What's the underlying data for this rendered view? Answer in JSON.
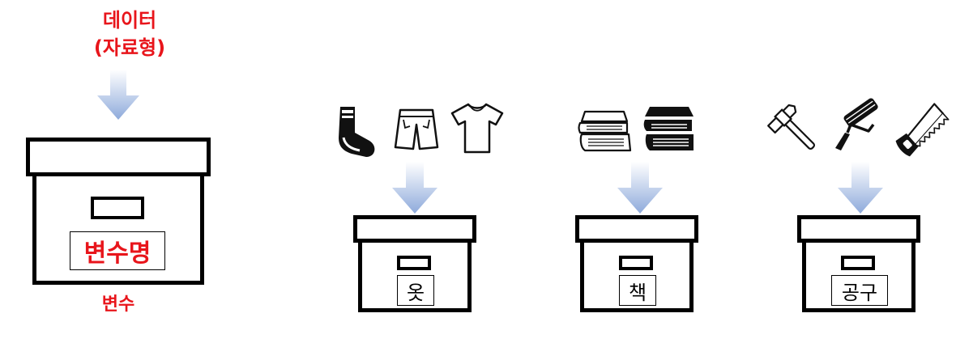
{
  "main_concept": {
    "data_label_line1": "데이터",
    "data_label_line2": "(자료형)",
    "box_label": "변수명",
    "caption": "변수"
  },
  "examples": [
    {
      "box_label": "옷",
      "icons": [
        "sock-icon",
        "shorts-icon",
        "tshirt-icon"
      ]
    },
    {
      "box_label": "책",
      "icons": [
        "books-outline-icon",
        "books-solid-icon"
      ]
    },
    {
      "box_label": "공구",
      "icons": [
        "hammer-icon",
        "paint-roller-icon",
        "saw-icon"
      ]
    }
  ],
  "colors": {
    "highlight": "#e8151b",
    "arrow_top": "#ffffff",
    "arrow_bottom": "#8eaadb",
    "box_stroke": "#000000"
  }
}
